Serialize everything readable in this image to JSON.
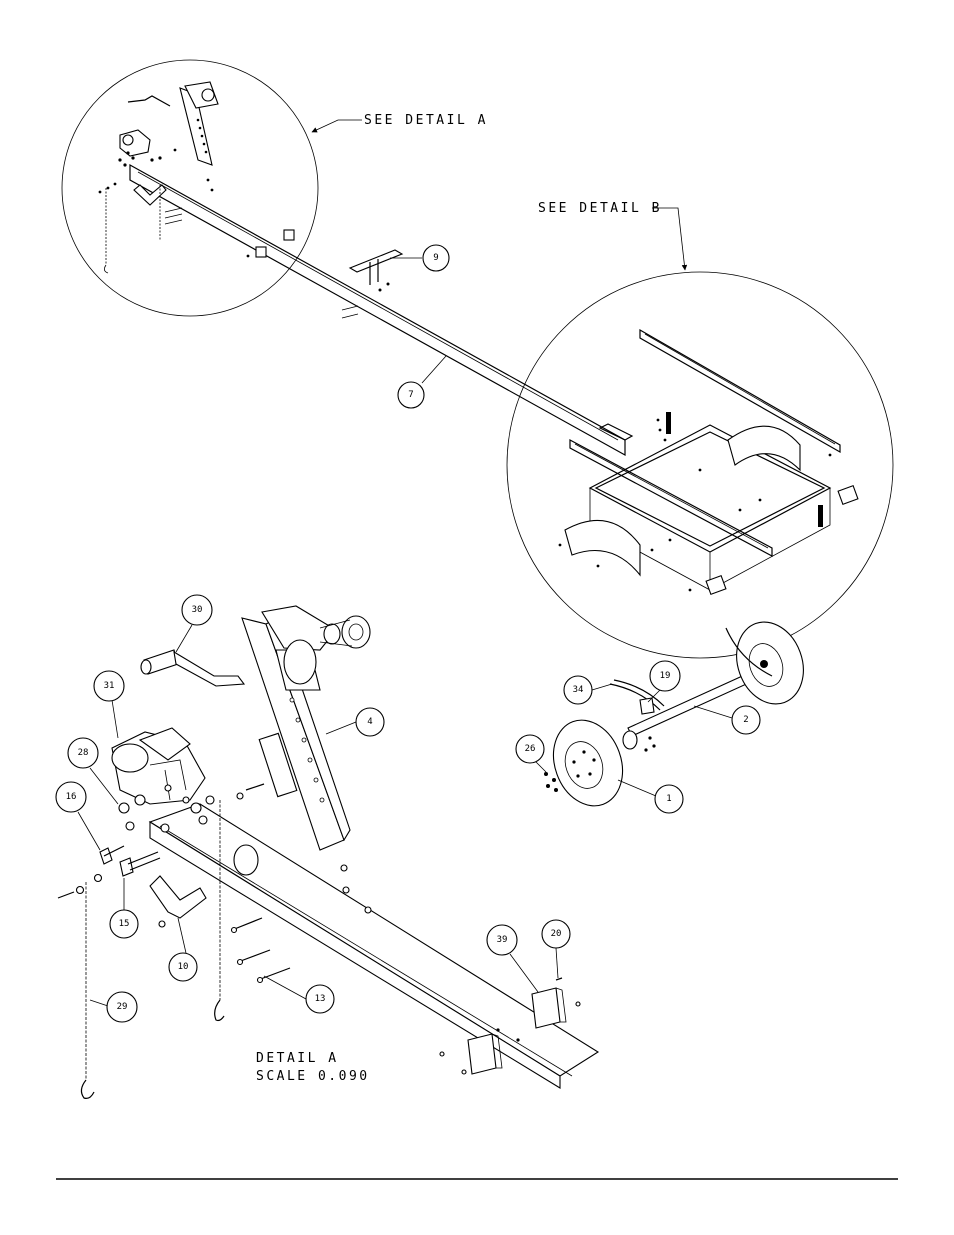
{
  "notes": {
    "see_detail_a": "SEE DETAIL  A",
    "see_detail_b": "SEE DETAIL  B",
    "detail_a_title": "DETAIL  A",
    "detail_a_scale": "SCALE  0.090"
  },
  "callouts": {
    "c9": "9",
    "c7": "7",
    "c30": "30",
    "c31": "31",
    "c4": "4",
    "c28": "28",
    "c16": "16",
    "c15": "15",
    "c10": "10",
    "c29": "29",
    "c13": "13",
    "c39": "39",
    "c20": "20",
    "c19": "19",
    "c34": "34",
    "c2": "2",
    "c26": "26",
    "c1": "1"
  }
}
